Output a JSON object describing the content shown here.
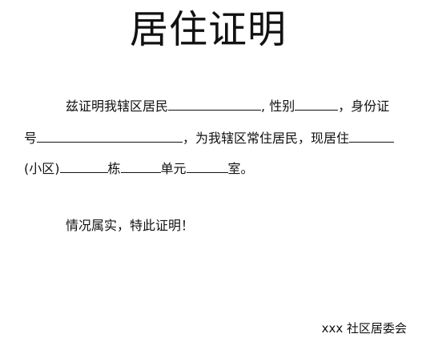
{
  "document": {
    "title": "居住证明",
    "line1": {
      "text_a": "兹证明我辖区居民",
      "text_b": ", 性别",
      "text_c": "，身份证"
    },
    "line2": {
      "text_a": "号",
      "text_b": "，为我辖区常住居民，现居住"
    },
    "line3": {
      "text_a": "(小区)",
      "text_b": "栋",
      "text_c": "单元",
      "text_d": "室。"
    },
    "statement": "情况属实，特此证明！",
    "signature": "xxx 社区居委会"
  }
}
